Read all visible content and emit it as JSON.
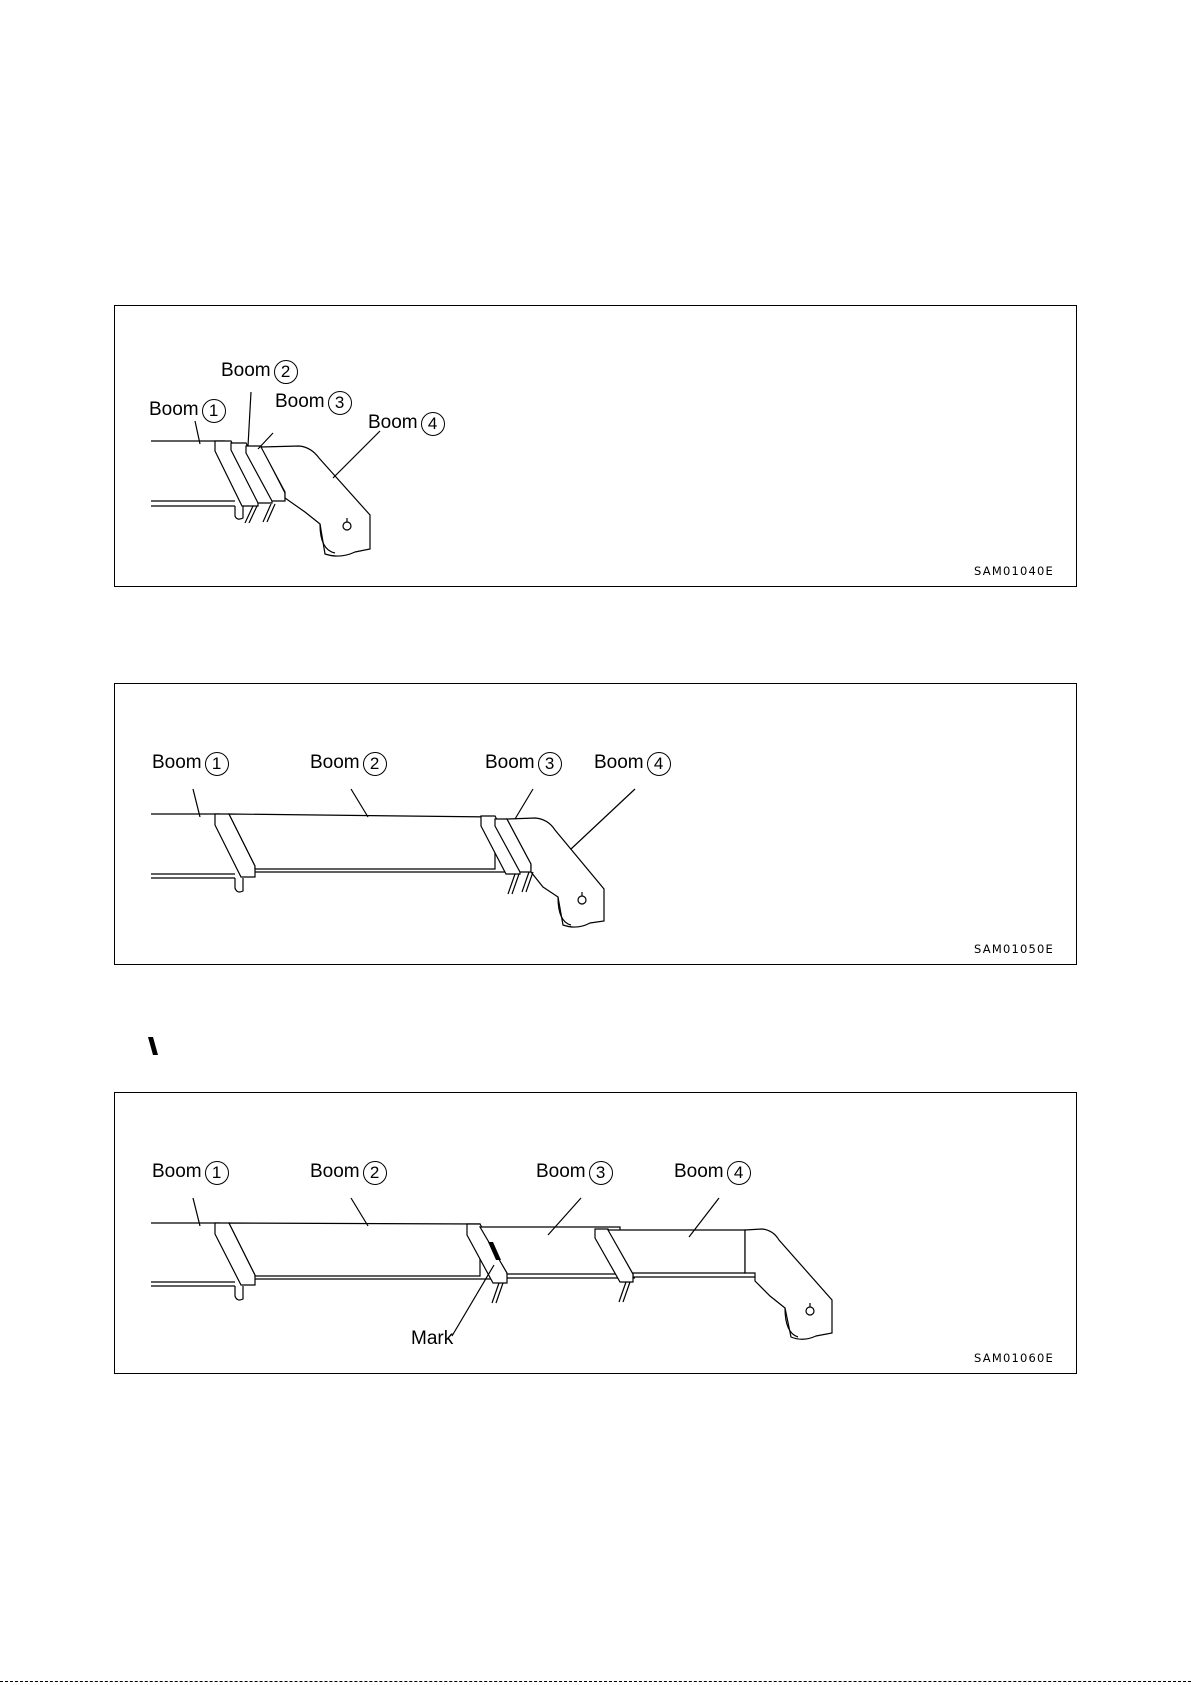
{
  "figures": [
    {
      "code": "SAM01040E",
      "labels": {
        "boom1": {
          "text": "Boom",
          "num": "1"
        },
        "boom2": {
          "text": "Boom",
          "num": "2"
        },
        "boom3": {
          "text": "Boom",
          "num": "3"
        },
        "boom4": {
          "text": "Boom",
          "num": "4"
        }
      }
    },
    {
      "code": "SAM01050E",
      "labels": {
        "boom1": {
          "text": "Boom",
          "num": "1"
        },
        "boom2": {
          "text": "Boom",
          "num": "2"
        },
        "boom3": {
          "text": "Boom",
          "num": "3"
        },
        "boom4": {
          "text": "Boom",
          "num": "4"
        }
      }
    },
    {
      "code": "SAM01060E",
      "labels": {
        "boom1": {
          "text": "Boom",
          "num": "1"
        },
        "boom2": {
          "text": "Boom",
          "num": "2"
        },
        "boom3": {
          "text": "Boom",
          "num": "3"
        },
        "boom4": {
          "text": "Boom",
          "num": "4"
        },
        "mark": "Mark"
      }
    }
  ],
  "icons": {
    "note_mark": "slanted-mark-icon"
  }
}
